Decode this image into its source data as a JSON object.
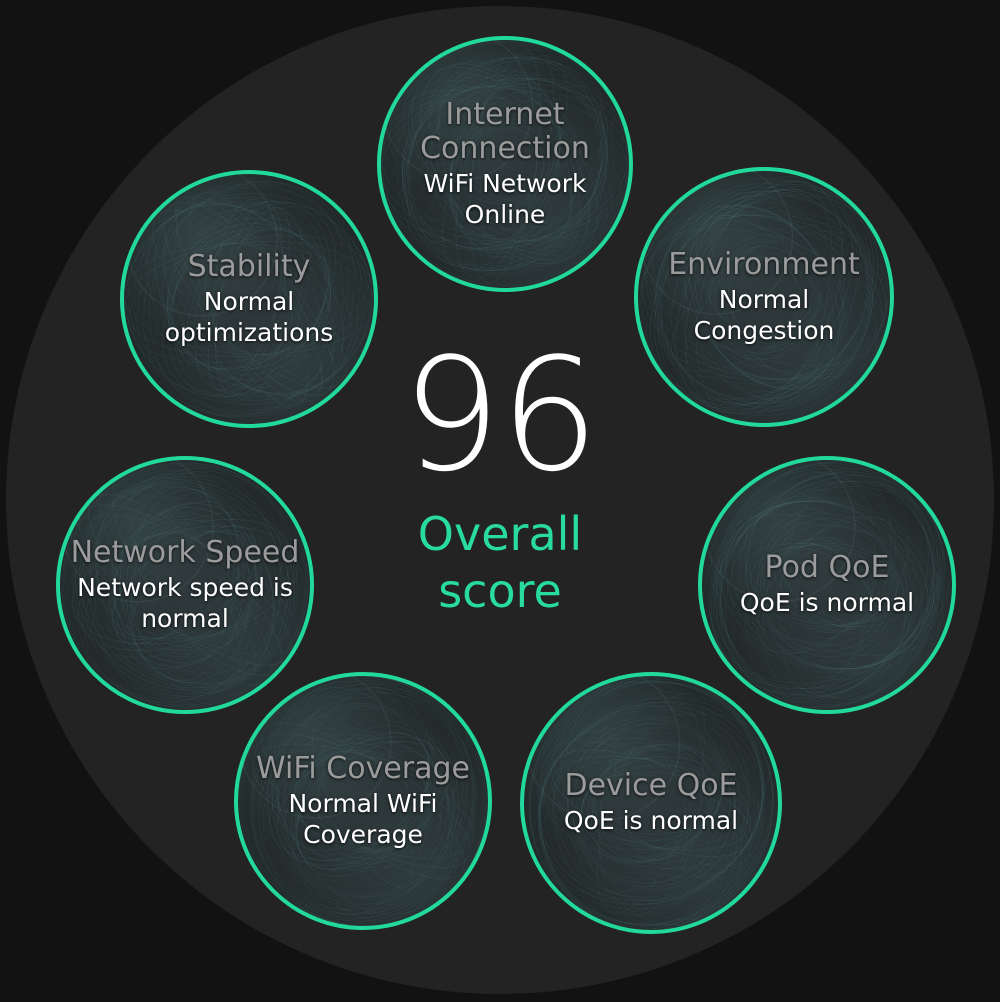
{
  "theme": {
    "page_background": "#121212",
    "disc_background": "#232323",
    "ring_color": "#22d99c",
    "accent_color": "#28dca0",
    "title_color": "#9b9b9b",
    "status_color": "#ffffff",
    "score_color": "#ffffff"
  },
  "center": {
    "score": "96",
    "label": "Overall\nscore",
    "label_line1": "Overall",
    "label_line2": "score"
  },
  "nodes": [
    {
      "id": "internet-connection",
      "title": "Internet Connection",
      "status": "WiFi Network Online",
      "ring_color": "#22d99c"
    },
    {
      "id": "environment",
      "title": "Environment",
      "status": "Normal Congestion",
      "ring_color": "#22d99c"
    },
    {
      "id": "pod-qoe",
      "title": "Pod QoE",
      "status": "QoE is normal",
      "ring_color": "#22d99c"
    },
    {
      "id": "device-qoe",
      "title": "Device QoE",
      "status": "QoE is normal",
      "ring_color": "#22d99c"
    },
    {
      "id": "wifi-coverage",
      "title": "WiFi Coverage",
      "status": "Normal WiFi Coverage",
      "ring_color": "#22d99c"
    },
    {
      "id": "network-speed",
      "title": "Network Speed",
      "status": "Network speed is normal",
      "ring_color": "#22d99c"
    },
    {
      "id": "stability",
      "title": "Stability",
      "status": "Normal optimizations",
      "ring_color": "#22d99c"
    }
  ]
}
